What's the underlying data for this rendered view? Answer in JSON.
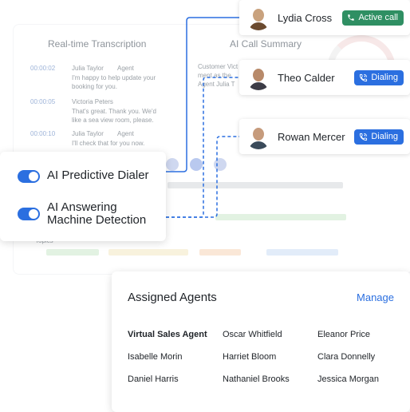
{
  "background": {
    "transcription_title": "Real-time Transcription",
    "summary_title": "AI Call Summary",
    "transcript": [
      {
        "time": "00:00:02",
        "speaker": "Julia Taylor",
        "role": "Agent",
        "text": [
          "I'm happy to help update your",
          "booking for you."
        ]
      },
      {
        "time": "00:00:05",
        "speaker": "Victoria Peters",
        "role": "",
        "text": [
          "That's great. Thank you. We'd",
          "like a sea view room, please."
        ]
      },
      {
        "time": "00:00:10",
        "speaker": "Julia Taylor",
        "role": "Agent",
        "text": [
          "I'll check that for you now."
        ]
      }
    ],
    "summary_snippet": [
      "Customer Vict",
      "ment as the",
      "Agent Julia T"
    ],
    "legend_label": "Topics"
  },
  "calls": [
    {
      "name": "Lydia Cross",
      "status": "Active call",
      "status_color": "#2f8f63",
      "icon": "phone-icon",
      "avatar_colors": [
        "#c9a27e",
        "#6b4a2f"
      ]
    },
    {
      "name": "Theo Calder",
      "status": "Dialing",
      "status_color": "#2b6fe0",
      "icon": "phone-ring-icon",
      "avatar_colors": [
        "#b88a6a",
        "#3c3c46"
      ]
    },
    {
      "name": "Rowan Mercer",
      "status": "Dialing",
      "status_color": "#2b6fe0",
      "icon": "phone-ring-icon",
      "avatar_colors": [
        "#c69b7c",
        "#3a4a5a"
      ]
    }
  ],
  "features": [
    {
      "label": "AI Predictive Dialer",
      "enabled": true
    },
    {
      "label": "AI Answering Machine Detection",
      "label_lines": [
        "AI Answering",
        "Machine Detection"
      ],
      "enabled": true
    }
  ],
  "agents_card": {
    "title": "Assigned Agents",
    "manage": "Manage",
    "agents": [
      [
        "Virtual Sales Agent",
        "Oscar Whitfield",
        "Eleanor Price"
      ],
      [
        "Isabelle Morin",
        "Harriet Bloom",
        "Clara Donnelly"
      ],
      [
        "Daniel Harris",
        "Nathaniel Brooks",
        "Jessica Morgan"
      ]
    ]
  },
  "colors": {
    "accent": "#2b6fe0",
    "active": "#2f8f63"
  }
}
